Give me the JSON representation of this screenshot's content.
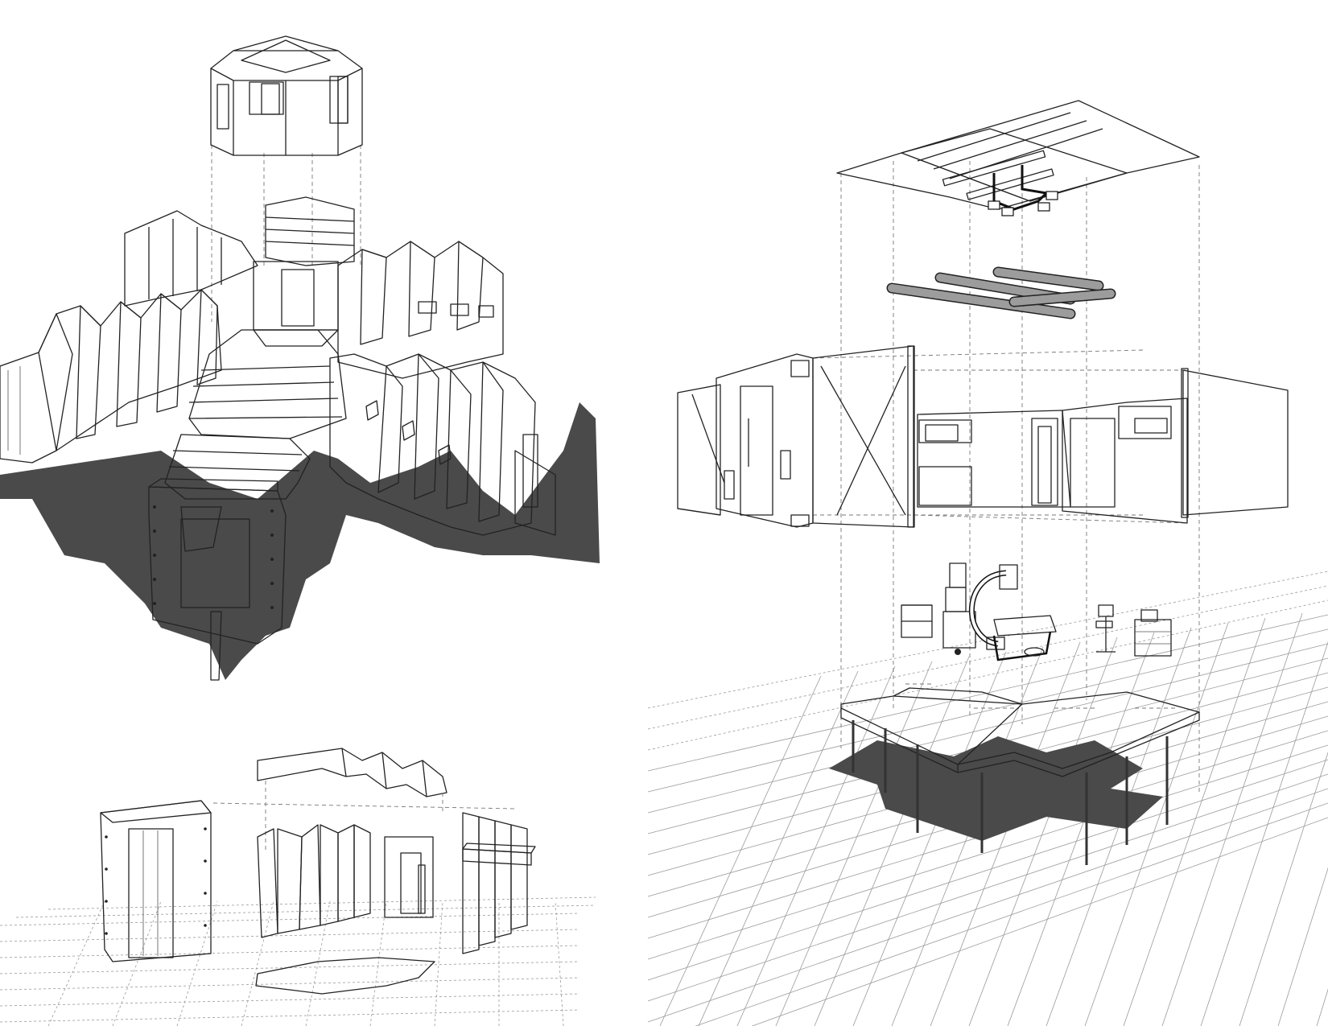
{
  "figure": {
    "panels": [
      "modular-pavilion-cluster",
      "single-module-exploded",
      "operating-room-exploded"
    ],
    "colors": {
      "background": "#ffffff",
      "line": "#222222",
      "panel_grey": "#9c9c9c",
      "panel_light": "#d6d6d6",
      "panel_white": "#ffffff",
      "shadow": "#4a4a4a",
      "grid_line": "#9a9a9a"
    },
    "icons": [
      "octagonal-pavilion-icon",
      "operating-lamp-icon",
      "c-arm-icon",
      "monitor-cart-icon"
    ]
  }
}
